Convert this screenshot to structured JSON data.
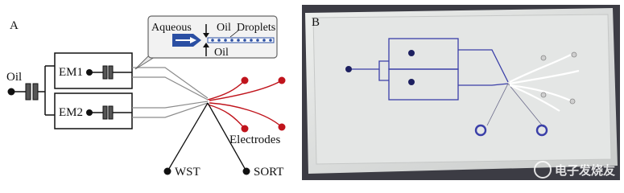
{
  "panel_a": {
    "panel_label": "A",
    "inlet_label": "Oil",
    "modules": [
      "EM1",
      "EM2"
    ],
    "inset": {
      "aqueous_label": "Aqueous",
      "oil_top_label": "Oil",
      "droplets_label": "Droplets",
      "oil_bottom_label": "Oil"
    },
    "electrodes_label": "Electrodes",
    "outlets": [
      "WST",
      "SORT"
    ]
  },
  "panel_b": {
    "panel_label": "B"
  },
  "watermark_text": "电子发烧友",
  "colors": {
    "channel": "#888888",
    "electrode": "#c0141c",
    "ink": "#111111",
    "photo_chip_channel": "#3a3fa8",
    "inset_blue": "#2244aa"
  }
}
